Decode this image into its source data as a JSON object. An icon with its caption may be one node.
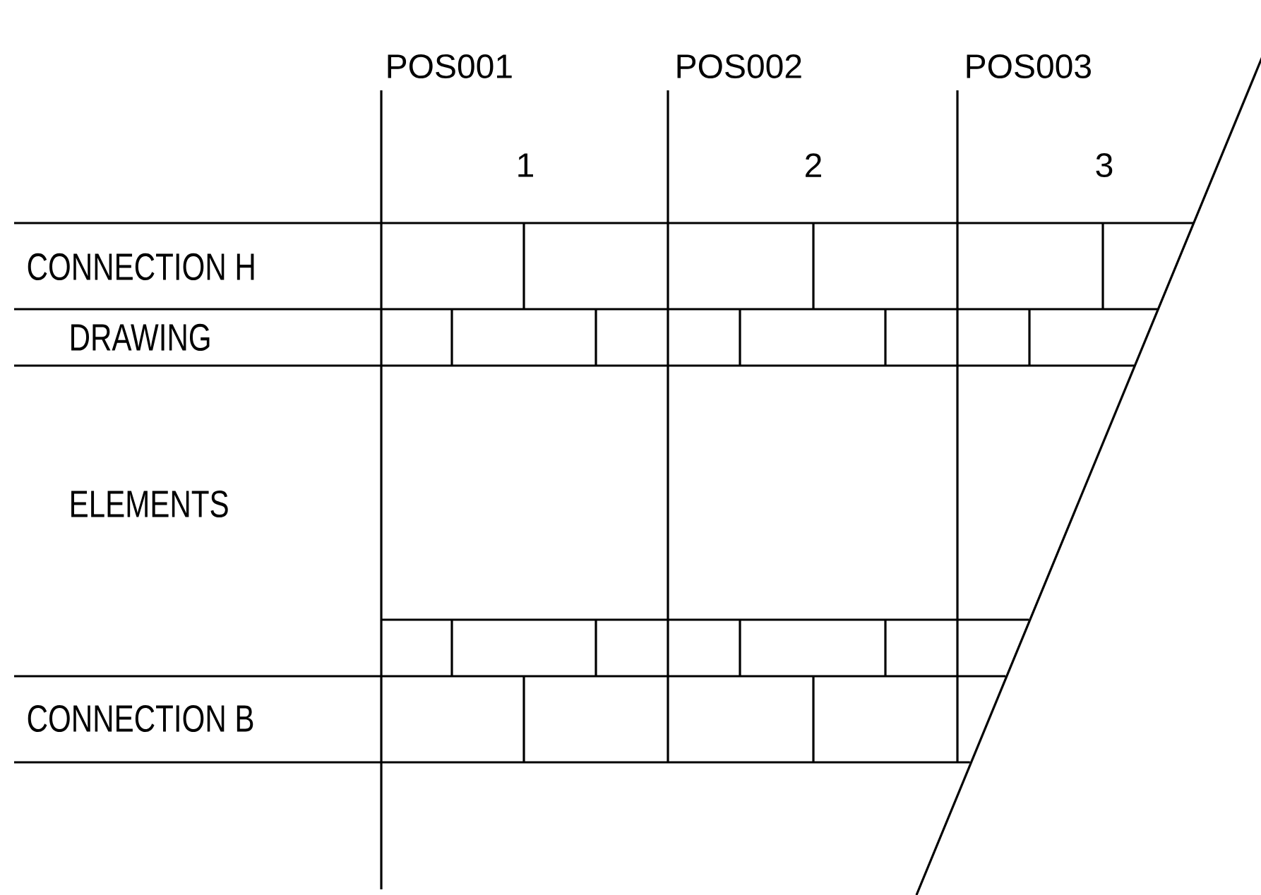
{
  "diagram": {
    "labels": [
      "POS001",
      "POS002",
      "POS003",
      "1",
      "2",
      "3",
      "CONNECTION H",
      "DRAWING",
      "ELEMENTS",
      "CONNECTION B"
    ]
  }
}
